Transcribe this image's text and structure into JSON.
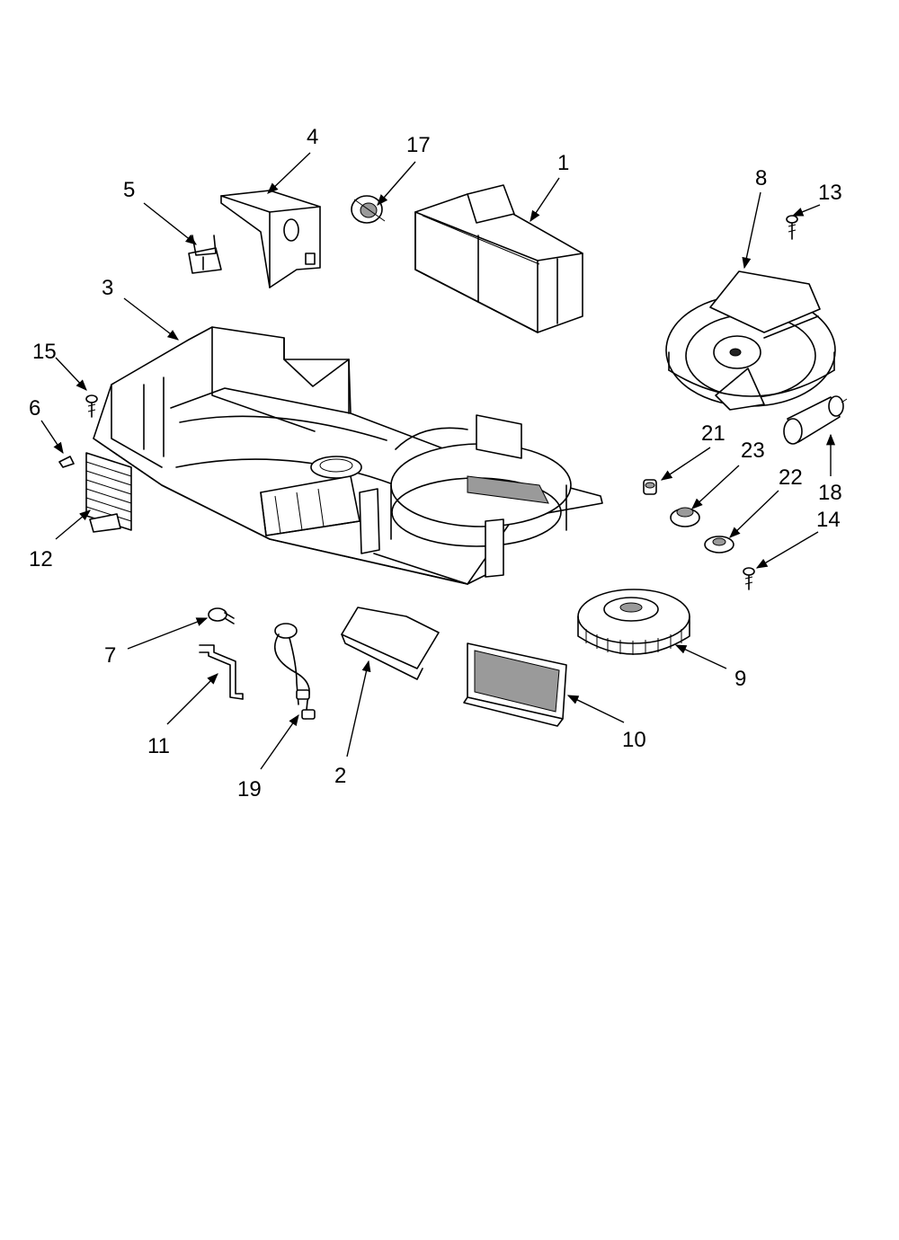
{
  "diagram": {
    "callouts": [
      {
        "id": "1",
        "label": "1"
      },
      {
        "id": "2",
        "label": "2"
      },
      {
        "id": "3",
        "label": "3"
      },
      {
        "id": "4",
        "label": "4"
      },
      {
        "id": "5",
        "label": "5"
      },
      {
        "id": "6",
        "label": "6"
      },
      {
        "id": "7",
        "label": "7"
      },
      {
        "id": "8",
        "label": "8"
      },
      {
        "id": "9",
        "label": "9"
      },
      {
        "id": "10",
        "label": "10"
      },
      {
        "id": "11",
        "label": "11"
      },
      {
        "id": "12",
        "label": "12"
      },
      {
        "id": "13",
        "label": "13"
      },
      {
        "id": "14",
        "label": "14"
      },
      {
        "id": "15",
        "label": "15"
      },
      {
        "id": "17",
        "label": "17"
      },
      {
        "id": "18",
        "label": "18"
      },
      {
        "id": "19",
        "label": "19"
      },
      {
        "id": "21",
        "label": "21"
      },
      {
        "id": "22",
        "label": "22"
      },
      {
        "id": "23",
        "label": "23"
      }
    ]
  }
}
